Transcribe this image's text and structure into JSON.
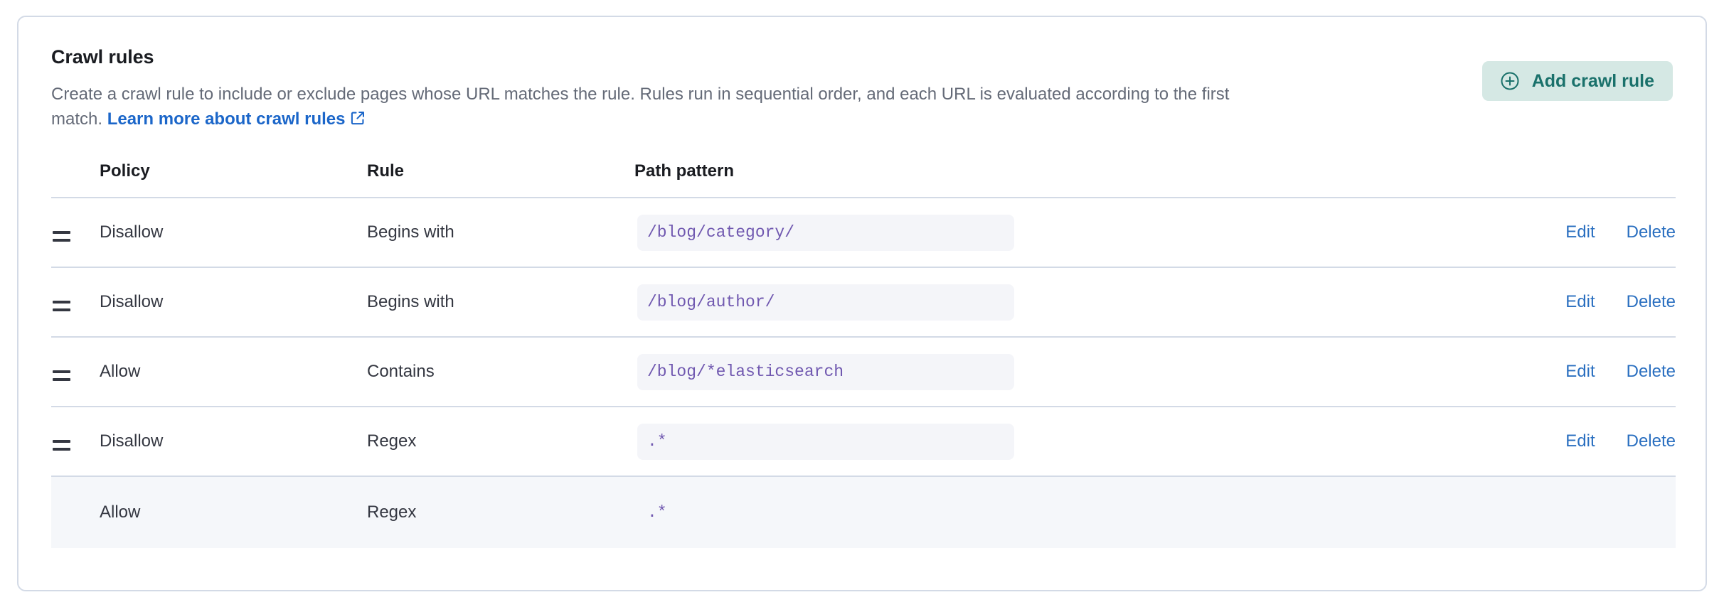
{
  "card": {
    "title": "Crawl rules",
    "description_part1": "Create a crawl rule to include or exclude pages whose URL matches the rule. Rules run in sequential order, and each URL is evaluated according to the first match. ",
    "learn_more_label": "Learn more about crawl rules",
    "external_link_icon": "external-link-icon"
  },
  "add_button": {
    "label": "Add crawl rule",
    "icon": "plus-in-circle-icon",
    "background_color": "#D5E8E4",
    "text_color": "#1A716B"
  },
  "table": {
    "headers": {
      "policy": "Policy",
      "rule": "Rule",
      "path_pattern": "Path pattern"
    },
    "action_labels": {
      "edit": "Edit",
      "delete": "Delete"
    },
    "rows": [
      {
        "policy": "Disallow",
        "rule": "Begins with",
        "path_pattern": "/blog/category/",
        "draggable": true,
        "has_actions": true,
        "is_default": false
      },
      {
        "policy": "Disallow",
        "rule": "Begins with",
        "path_pattern": "/blog/author/",
        "draggable": true,
        "has_actions": true,
        "is_default": false
      },
      {
        "policy": "Allow",
        "rule": "Contains",
        "path_pattern": "/blog/*elasticsearch",
        "draggable": true,
        "has_actions": true,
        "is_default": false
      },
      {
        "policy": "Disallow",
        "rule": "Regex",
        "path_pattern": ".*",
        "draggable": true,
        "has_actions": true,
        "is_default": false
      },
      {
        "policy": "Allow",
        "rule": "Regex",
        "path_pattern": ".*",
        "draggable": false,
        "has_actions": false,
        "is_default": true
      }
    ]
  },
  "colors": {
    "link": "#2A6FC0",
    "code_text": "#7058B0",
    "code_background": "#F4F5F9",
    "border": "#D3DAE6",
    "default_row_background": "#F5F7FA"
  }
}
